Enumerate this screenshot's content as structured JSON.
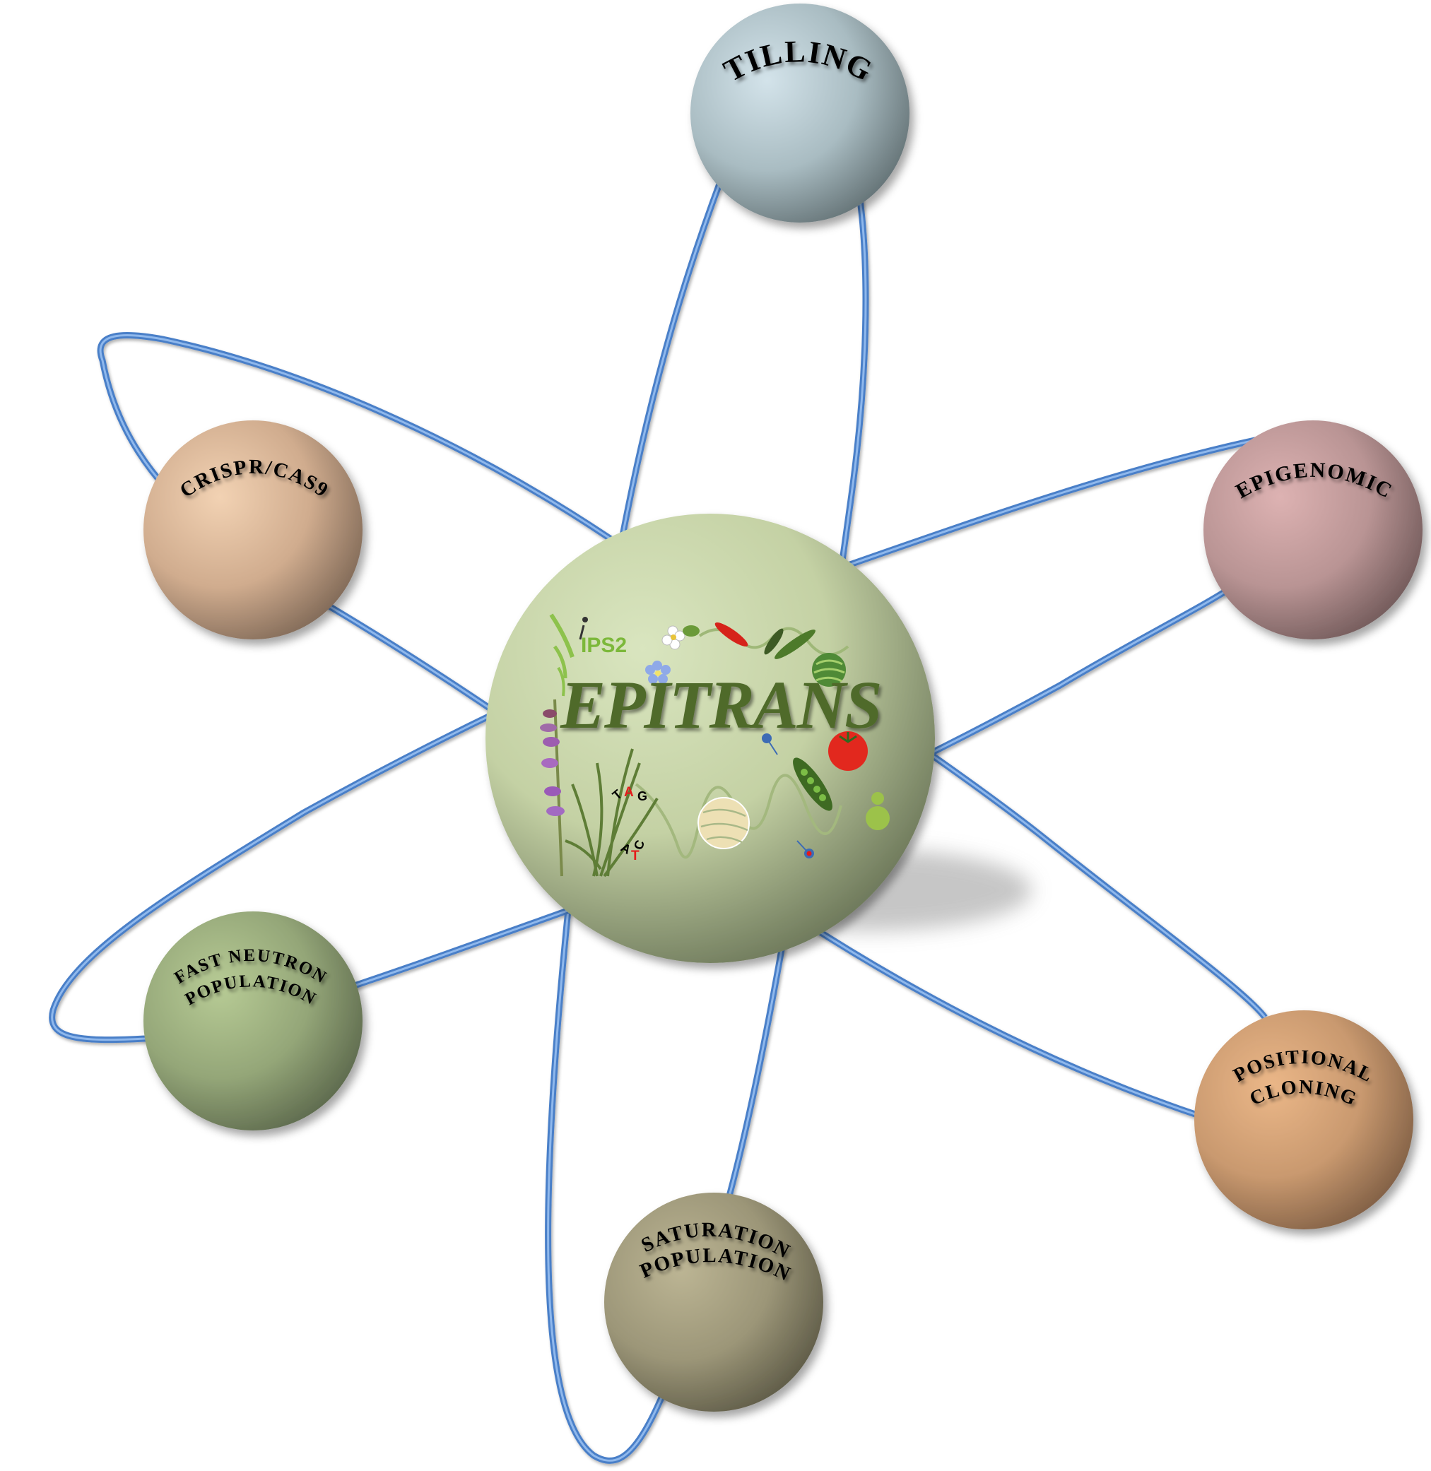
{
  "diagram": {
    "type": "atom-hub",
    "center": {
      "title": "EPITRANS",
      "logo_text": "IPS2",
      "dna_letters_top": [
        "T",
        "A",
        "G"
      ],
      "dna_letters_bottom": [
        "A",
        "T",
        "C"
      ],
      "color": "#c9d6ac",
      "title_color": "#4f6a2a",
      "logo_color": "#7cb83a"
    },
    "nodes": [
      {
        "id": "tilling",
        "lines": [
          "TILLING"
        ],
        "color": "#b9ccd3"
      },
      {
        "id": "crispr",
        "lines": [
          "CRISPR/CAS9"
        ],
        "color": "#e8c4a2"
      },
      {
        "id": "epigenomic",
        "lines": [
          "EPIGENOMIC"
        ],
        "color": "#cfa4a4"
      },
      {
        "id": "fast-neutron",
        "lines": [
          "FAST NEUTRON",
          "POPULATION"
        ],
        "color": "#a6ba86"
      },
      {
        "id": "positional-cloning",
        "lines": [
          "POSITIONAL",
          "CLONING"
        ],
        "color": "#e0aa7c"
      },
      {
        "id": "saturation",
        "lines": [
          "SATURATION",
          "POPULATION"
        ],
        "color": "#afa886"
      }
    ],
    "orbit_color": "#4a7fc8"
  },
  "labels": {
    "tilling": "TILLING",
    "crispr": "CRISPR/CAS9",
    "epigenomic": "EPIGENOMIC",
    "fast_neutron_1": "FAST NEUTRON",
    "fast_neutron_2": "POPULATION",
    "positional_1": "POSITIONAL",
    "positional_2": "CLONING",
    "saturation_1": "SATURATION",
    "saturation_2": "POPULATION",
    "center_title": "EPITRANS",
    "center_logo": "IPS2",
    "dna_t1": "T",
    "dna_a1": "A",
    "dna_g1": "G",
    "dna_a2": "A",
    "dna_t2": "T",
    "dna_c2": "C"
  }
}
